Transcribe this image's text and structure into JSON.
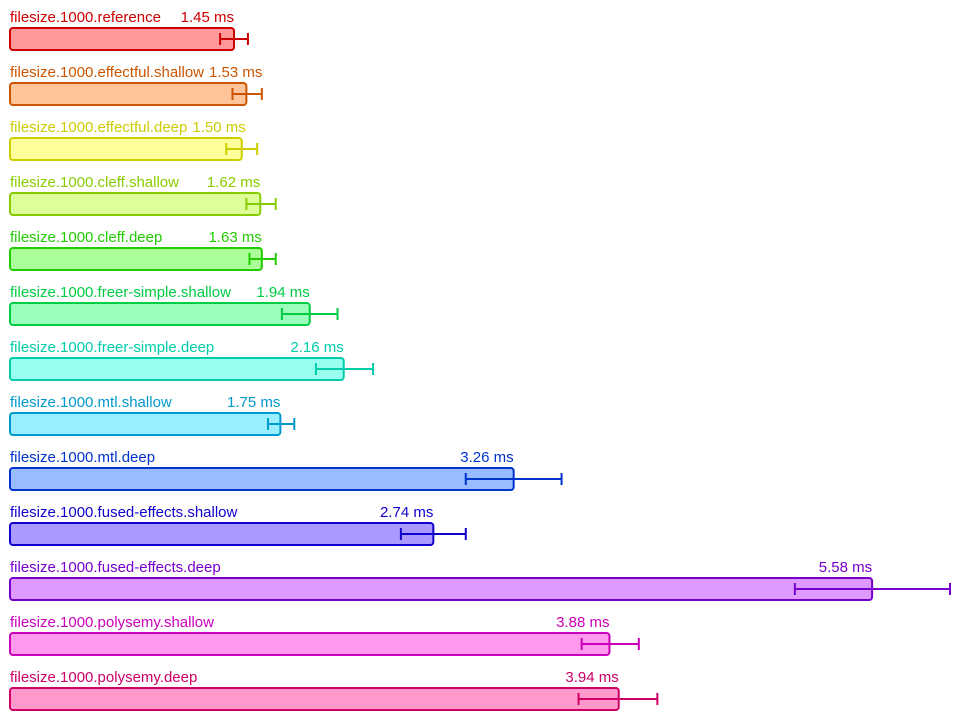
{
  "chart_data": {
    "type": "bar",
    "orientation": "horizontal",
    "unit": "ms",
    "xlim": [
      0,
      5.58
    ],
    "grid": false,
    "legend": "none",
    "bars": [
      {
        "name": "filesize.1000.reference",
        "value": 1.45,
        "value_label": "1.45 ms",
        "err_low": 1.36,
        "err_high": 1.54,
        "stroke": "#cc0000",
        "fill": "#ff9999"
      },
      {
        "name": "filesize.1000.effectful.shallow",
        "value": 1.53,
        "value_label": "1.53 ms",
        "err_low": 1.44,
        "err_high": 1.63,
        "stroke": "#cc5500",
        "fill": "#ffc499"
      },
      {
        "name": "filesize.1000.effectful.deep",
        "value": 1.5,
        "value_label": "1.50 ms",
        "err_low": 1.4,
        "err_high": 1.6,
        "stroke": "#cccc00",
        "fill": "#ffff99"
      },
      {
        "name": "filesize.1000.cleff.shallow",
        "value": 1.62,
        "value_label": "1.62 ms",
        "err_low": 1.53,
        "err_high": 1.72,
        "stroke": "#88cc00",
        "fill": "#ddff99"
      },
      {
        "name": "filesize.1000.cleff.deep",
        "value": 1.63,
        "value_label": "1.63 ms",
        "err_low": 1.55,
        "err_high": 1.72,
        "stroke": "#22cc00",
        "fill": "#aaff99"
      },
      {
        "name": "filesize.1000.freer-simple.shallow",
        "value": 1.94,
        "value_label": "1.94 ms",
        "err_low": 1.76,
        "err_high": 2.12,
        "stroke": "#00cc44",
        "fill": "#99ffbb"
      },
      {
        "name": "filesize.1000.freer-simple.deep",
        "value": 2.16,
        "value_label": "2.16 ms",
        "err_low": 1.98,
        "err_high": 2.35,
        "stroke": "#00ccaa",
        "fill": "#99ffee"
      },
      {
        "name": "filesize.1000.mtl.shallow",
        "value": 1.75,
        "value_label": "1.75 ms",
        "err_low": 1.67,
        "err_high": 1.84,
        "stroke": "#0099cc",
        "fill": "#99eeff"
      },
      {
        "name": "filesize.1000.mtl.deep",
        "value": 3.26,
        "value_label": "3.26 ms",
        "err_low": 2.95,
        "err_high": 3.57,
        "stroke": "#0033cc",
        "fill": "#99bbff"
      },
      {
        "name": "filesize.1000.fused-effects.shallow",
        "value": 2.74,
        "value_label": "2.74 ms",
        "err_low": 2.53,
        "err_high": 2.95,
        "stroke": "#1100cc",
        "fill": "#aa99ff"
      },
      {
        "name": "filesize.1000.fused-effects.deep",
        "value": 5.58,
        "value_label": "5.58 ms",
        "err_low": 5.08,
        "err_high": 6.09,
        "stroke": "#7700cc",
        "fill": "#dd99ff"
      },
      {
        "name": "filesize.1000.polysemy.shallow",
        "value": 3.88,
        "value_label": "3.88 ms",
        "err_low": 3.7,
        "err_high": 4.07,
        "stroke": "#cc00bb",
        "fill": "#ff99ee"
      },
      {
        "name": "filesize.1000.polysemy.deep",
        "value": 3.94,
        "value_label": "3.94 ms",
        "err_low": 3.68,
        "err_high": 4.19,
        "stroke": "#cc0066",
        "fill": "#ff99cc"
      }
    ]
  }
}
